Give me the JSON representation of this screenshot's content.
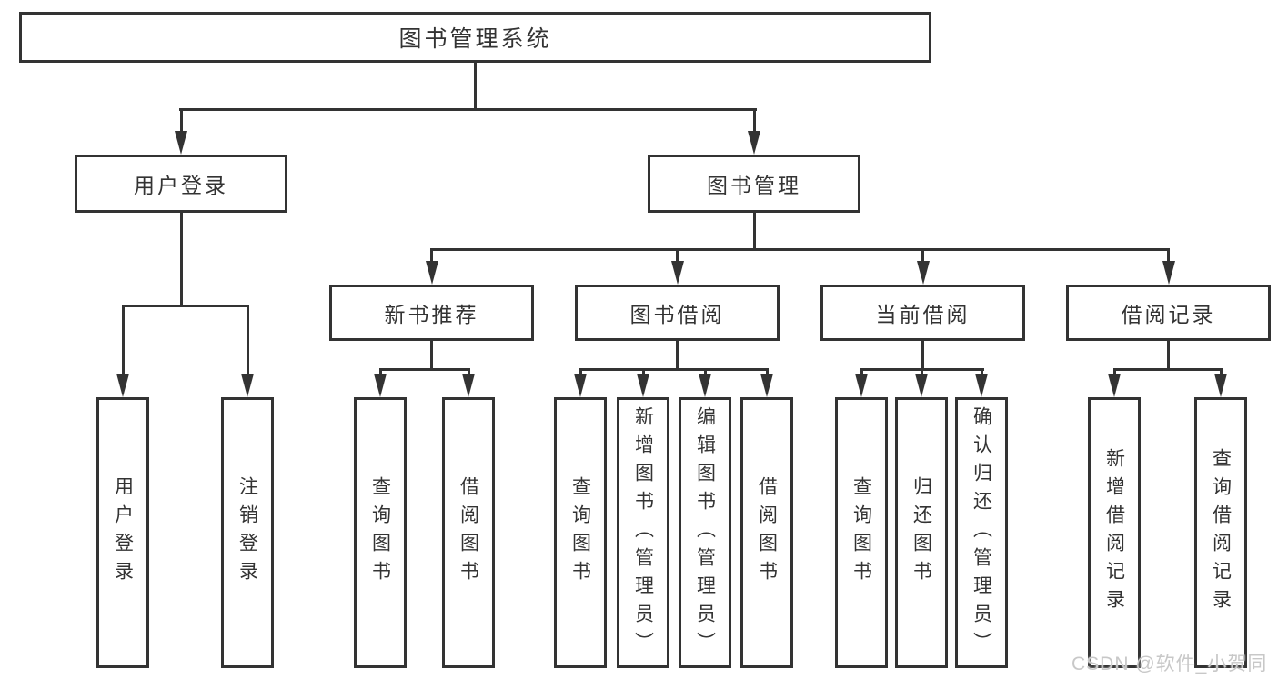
{
  "diagram": {
    "title_node": {
      "label": "图书管理系统"
    },
    "level1": [
      {
        "label": "用户登录"
      },
      {
        "label": "图书管理"
      }
    ],
    "level2": [
      {
        "label": "新书推荐"
      },
      {
        "label": "图书借阅"
      },
      {
        "label": "当前借阅"
      },
      {
        "label": "借阅记录"
      }
    ],
    "leaves": {
      "login": [
        "用户登录",
        "注销登录"
      ],
      "newbook": [
        "查询图书",
        "借阅图书"
      ],
      "bookborrow": [
        "查询图书",
        "新增图书（管理员）",
        "编辑图书（管理员）",
        "借阅图书"
      ],
      "current": [
        "查询图书",
        "归还图书",
        "确认归还（管理员）"
      ],
      "record": [
        "新增借阅记录",
        "查询借阅记录"
      ]
    }
  },
  "watermark": "CSDN @软件_小贺同学",
  "colors": {
    "line": "#333333",
    "text": "#333333",
    "watermark": "#c8c8c8",
    "background": "#ffffff"
  }
}
